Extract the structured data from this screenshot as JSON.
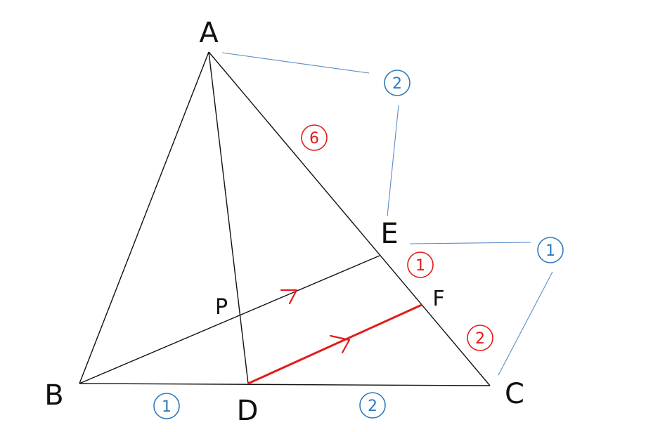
{
  "points": {
    "A": "A",
    "B": "B",
    "C": "C",
    "D": "D",
    "E": "E",
    "F": "F",
    "P": "P"
  },
  "ratios": {
    "BD": "1",
    "DC": "2",
    "AE": "2",
    "EC": "1",
    "AE_red": "6",
    "EF": "1",
    "FC": "2"
  },
  "colors": {
    "black": "#111111",
    "red": "#e31b1b",
    "blue": "#2e7bbf",
    "blue_line": "#5a8cc6"
  }
}
